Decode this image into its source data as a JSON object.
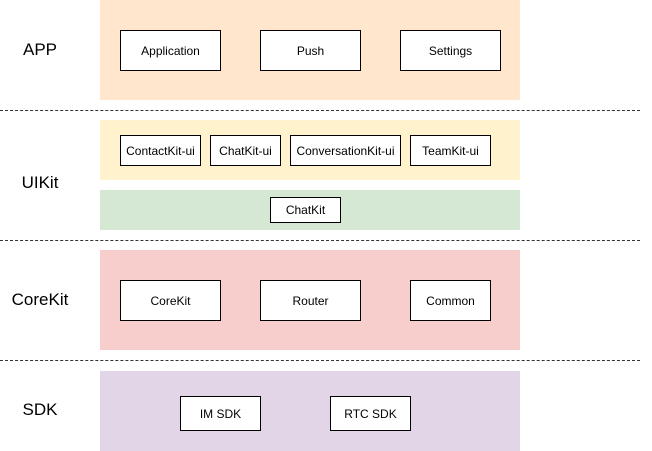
{
  "colors": {
    "app": "#ffe6cc",
    "uikit": "#fff2cc",
    "chatkit": "#d5e8d4",
    "corekit": "#f8cecc",
    "sdk": "#e1d5e7",
    "divider": "#333333",
    "box_border": "#000000"
  },
  "layers": {
    "app": {
      "label": "APP",
      "boxes": [
        "Application",
        "Push",
        "Settings"
      ]
    },
    "uikit": {
      "label": "UIKit",
      "boxes": [
        "ContactKit-ui",
        "ChatKit-ui",
        "ConversationKit-ui",
        "TeamKit-ui"
      ],
      "base_box": "ChatKit"
    },
    "corekit": {
      "label": "CoreKit",
      "boxes": [
        "CoreKit",
        "Router",
        "Common"
      ]
    },
    "sdk": {
      "label": "SDK",
      "boxes": [
        "IM SDK",
        "RTC SDK"
      ]
    }
  }
}
